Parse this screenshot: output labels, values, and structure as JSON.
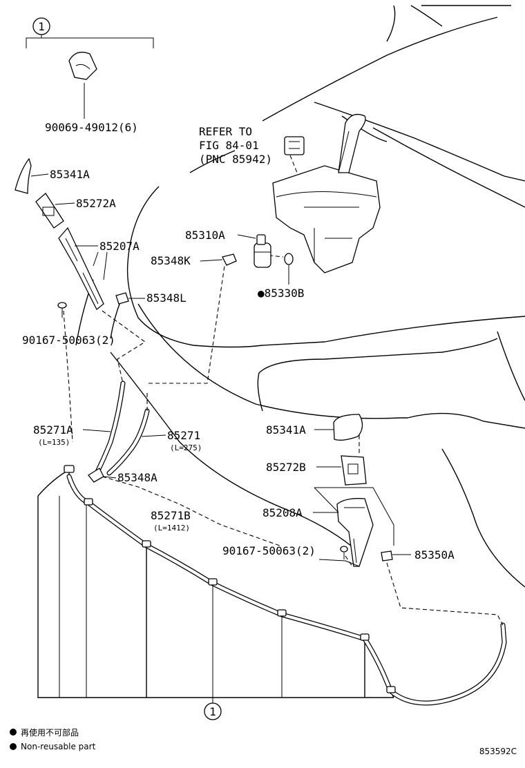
{
  "labels": {
    "callout_top": "1",
    "callout_bottom": "1",
    "p_90069": "90069-49012(6)",
    "refer_1": "REFER TO",
    "refer_2": "FIG 84-01",
    "refer_3": "(PNC 85942)",
    "p_85341A_top": "85341A",
    "p_85272A": "85272A",
    "p_85207A": "85207A",
    "p_85310A": "85310A",
    "p_85348K": "85348K",
    "p_85330B": "●85330B",
    "p_85348L": "85348L",
    "p_90167_top": "90167-50063(2)",
    "p_85271A": "85271A",
    "p_85271A_len": "(L=135)",
    "p_85271": "85271",
    "p_85271_len": "(L=275)",
    "p_85341A_right": "85341A",
    "p_85272B": "85272B",
    "p_85348A": "85348A",
    "p_85208A": "85208A",
    "p_85271B": "85271B",
    "p_85271B_len": "(L=1412)",
    "p_90167_bottom": "90167-50063(2)",
    "p_85350A": "85350A"
  },
  "legend": {
    "reuse_jp": "再使用不可部品",
    "reuse_en": "Non-reusable part"
  },
  "figure_code": "853592C"
}
